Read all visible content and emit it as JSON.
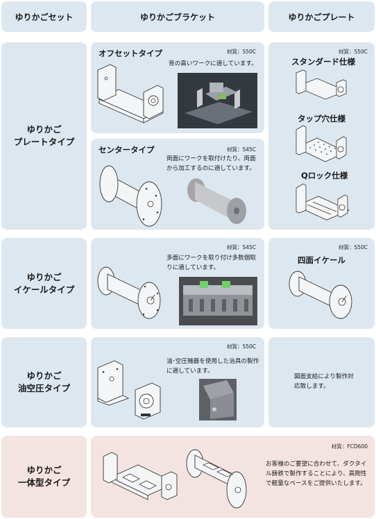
{
  "headers": {
    "col1": "ゆりかごセット",
    "col2": "ゆりかごブラケット",
    "col3": "ゆりかごプレート"
  },
  "rows": {
    "plate": {
      "label_line1": "ゆりかご",
      "label_line2": "プレートタイプ",
      "offset": {
        "title": "オフセットタイプ",
        "material": "材質：S50C",
        "description": "背の高いワークに適しています。"
      },
      "center": {
        "title": "センタータイプ",
        "material": "材質：S45C",
        "description": "両面にワークを取付けたり、両面から加工するのに適しています。"
      },
      "right": {
        "material": "材質：S50C",
        "standard": "スタンダード仕様",
        "tap": "タップ穴仕様",
        "qlock": "Qロック仕様"
      }
    },
    "ikeru": {
      "label_line1": "ゆりかご",
      "label_line2": "イケールタイプ",
      "material": "材質：S45C",
      "description": "多面にワークを取り付け多数個取りに適しています。",
      "right": {
        "material": "材質：S50C",
        "title": "四面イケール"
      }
    },
    "hydraulic": {
      "label_line1": "ゆりかご",
      "label_line2": "油空圧タイプ",
      "material": "材質：S50C",
      "description": "油･空圧機器を使用した治具の製作に適しています。",
      "right": {
        "description": "図面支給により製作対応致します。"
      }
    },
    "integrated": {
      "label_line1": "ゆりかご",
      "label_line2": "一体型タイプ",
      "material": "材質：FCD600",
      "description": "お客様のご要望に合わせて、ダクタイル鋳鉄で製作することにより、高剛性で軽量なベースをご提供いたします。"
    }
  },
  "colors": {
    "panel": "#dde7ef",
    "panel_pink": "#f4e4e1"
  }
}
